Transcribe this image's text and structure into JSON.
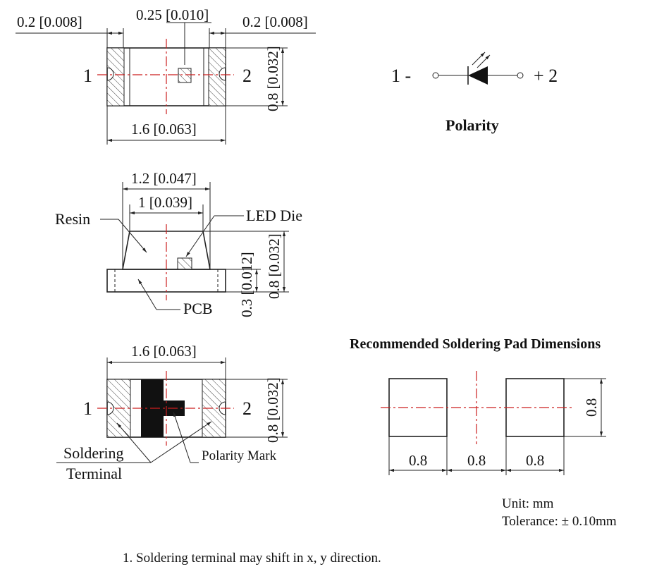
{
  "top_view": {
    "dim_left": "0.2 [0.008]",
    "dim_center": "0.25 [0.010]",
    "dim_right": "0.2 [0.008]",
    "dim_height": "0.8 [0.032]",
    "dim_width": "1.6 [0.063]",
    "pin1": "1",
    "pin2": "2"
  },
  "polarity": {
    "minus_label": "1 -",
    "plus_label": "+ 2",
    "title": "Polarity"
  },
  "side_view": {
    "dim_outer": "1.2 [0.047]",
    "dim_inner": "1 [0.039]",
    "label_resin": "Resin",
    "label_led_die": "LED Die",
    "label_pcb": "PCB",
    "dim_pcb_thickness": "0.3 [0.012]",
    "dim_total_height": "0.8 [0.032]"
  },
  "bottom_view": {
    "dim_width": "1.6 [0.063]",
    "dim_height": "0.8 [0.032]",
    "pin1": "1",
    "pin2": "2",
    "label_soldering_1": "Soldering",
    "label_soldering_2": "Terminal",
    "label_polarity_mark": "Polarity Mark"
  },
  "pads": {
    "title": "Recommended Soldering Pad Dimensions",
    "dim_pad1": "0.8",
    "dim_gap": "0.8",
    "dim_pad2": "0.8",
    "dim_height": "0.8",
    "unit": "Unit: mm",
    "tolerance": "Tolerance: ± 0.10mm"
  },
  "footnote": "1. Soldering terminal may shift in x, y direction."
}
